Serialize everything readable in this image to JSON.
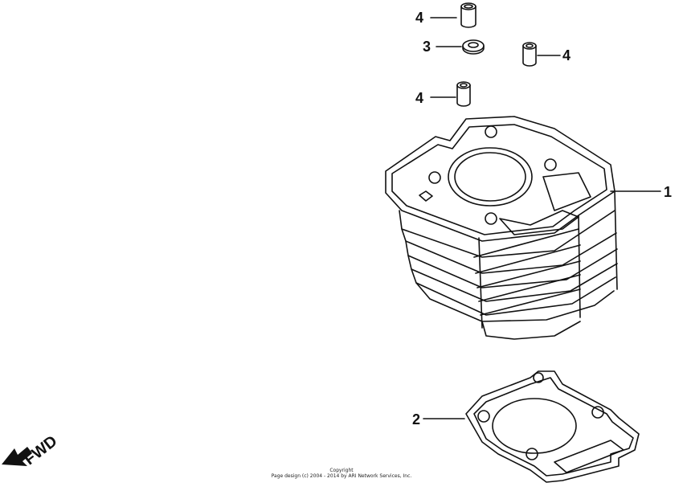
{
  "diagram": {
    "callouts": {
      "c1": "1",
      "c2": "2",
      "c3": "3",
      "c4a": "4",
      "c4b": "4",
      "c4c": "4"
    },
    "fwd_label": "FWD",
    "copyright_title": "Copyright",
    "copyright_line": "Page design (c) 2004 - 2014 by ARI Network Services, Inc."
  }
}
